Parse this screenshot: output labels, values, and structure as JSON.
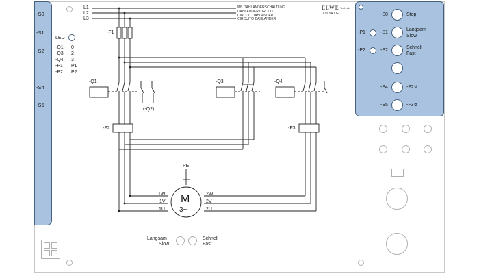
{
  "left_rail": {
    "labels": [
      "-S0",
      "-S1",
      "-S2",
      "-S4",
      "-S5"
    ]
  },
  "led_legend": {
    "title": "LED",
    "rows": [
      {
        "name": "-Q1",
        "value": "0"
      },
      {
        "name": "-Q3",
        "value": "2"
      },
      {
        "name": "-Q4",
        "value": "3"
      },
      {
        "name": "-P1",
        "value": "P1"
      },
      {
        "name": "-P2",
        "value": "P2"
      }
    ]
  },
  "supply": {
    "lines": [
      "L1",
      "L2",
      "L3"
    ],
    "fuse": "-F1"
  },
  "title_block": {
    "lines": [
      "MB DAHLANDERSCHALTUNG",
      "DAHLANDER CIRCUIT",
      "CIRCUIT DAHLANDER",
      "CIRCUITO DAHLANDER"
    ],
    "brand": "ELWE",
    "brand_sub": "Technik",
    "number": "770 9400E"
  },
  "components": {
    "q1": "-Q1",
    "q3": "-Q3",
    "q4": "-Q4",
    "q2_ref": "(-Q2)",
    "f2": "-F2",
    "f3": "-F3",
    "pe": "PE"
  },
  "motor": {
    "symbol": "M",
    "phase": "3~",
    "left_terminals": [
      "1W",
      "1V",
      "1U"
    ],
    "right_terminals": [
      "2W",
      "2V",
      "2U"
    ]
  },
  "bottom_indicator": {
    "left_label_1": "Langsam",
    "left_label_2": "Slow",
    "right_label_1": "Schnell",
    "right_label_2": "Fast"
  },
  "right_panel": {
    "rows": [
      {
        "led": "",
        "btn": "-S0",
        "text1": "Stop",
        "text2": ""
      },
      {
        "led": "-P1",
        "btn": "-S1",
        "text1": "Langsam",
        "text2": "Slow"
      },
      {
        "led": "-P2",
        "btn": "-S2",
        "text1": "Schnell",
        "text2": "Fast"
      },
      {
        "led": "",
        "btn": "",
        "text1": "",
        "text2": ""
      },
      {
        "led": "",
        "btn": "-S4",
        "text1": "-F2↯",
        "text2": ""
      },
      {
        "led": "",
        "btn": "-S5",
        "text1": "-F3↯",
        "text2": ""
      }
    ]
  },
  "colors": {
    "panel_blue": "#a8c2df",
    "border_blue": "#46607e",
    "wire": "#222222"
  }
}
